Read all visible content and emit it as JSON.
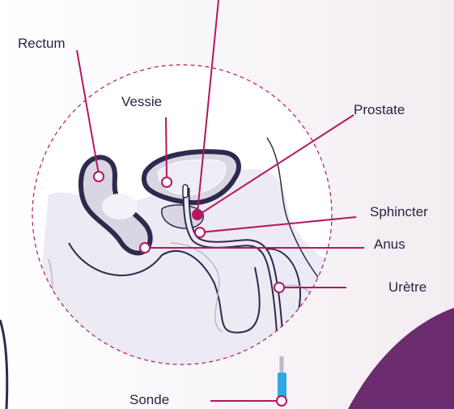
{
  "labels": {
    "rectum": "Rectum",
    "vessie": "Vessie",
    "prostate": "Prostate",
    "sphincter": "Sphincter",
    "anus": "Anus",
    "uretre": "Urètre",
    "sonde": "Sonde"
  },
  "colors": {
    "accent_line": "#b5175f",
    "outline": "#2e2a4e",
    "tissue": "#eceaf3",
    "organ": "#d9d5e3",
    "catheter_tip": "#2fa8e0",
    "corner_shape": "#6b2c6e",
    "background_tint": "#f3ecf2"
  }
}
